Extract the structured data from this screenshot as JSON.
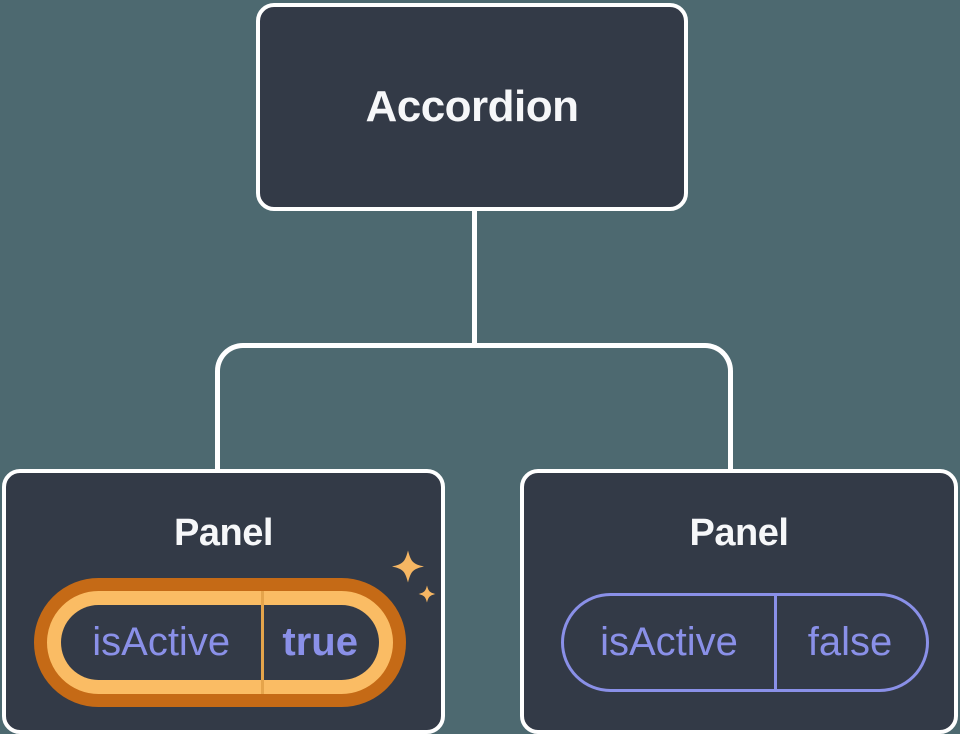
{
  "diagram": {
    "description": "Component tree: Accordion parent with two Panel children holding isActive state",
    "root_node": {
      "label": "Accordion"
    },
    "panels": [
      {
        "label": "Panel",
        "prop_name": "isActive",
        "prop_value": "true",
        "highlighted": true,
        "icon": "sparkles-icon"
      },
      {
        "label": "Panel",
        "prop_name": "isActive",
        "prop_value": "false",
        "highlighted": false
      }
    ],
    "icons": {
      "sparkles": "✦✦"
    },
    "colors": {
      "background": "#4D6970",
      "node_fill": "#333A47",
      "node_border": "#FFFFFF",
      "connector": "#FFFFFF",
      "title_text": "#F6F7F9",
      "prop_text": "#8A90E8",
      "highlight_ring_outer": "#C56A16",
      "highlight_ring_inner": "#FABC64",
      "highlight_divider": "#E5A44B",
      "plain_pill_outline": "#8A90E8",
      "sparkle": "#F6B663"
    }
  }
}
